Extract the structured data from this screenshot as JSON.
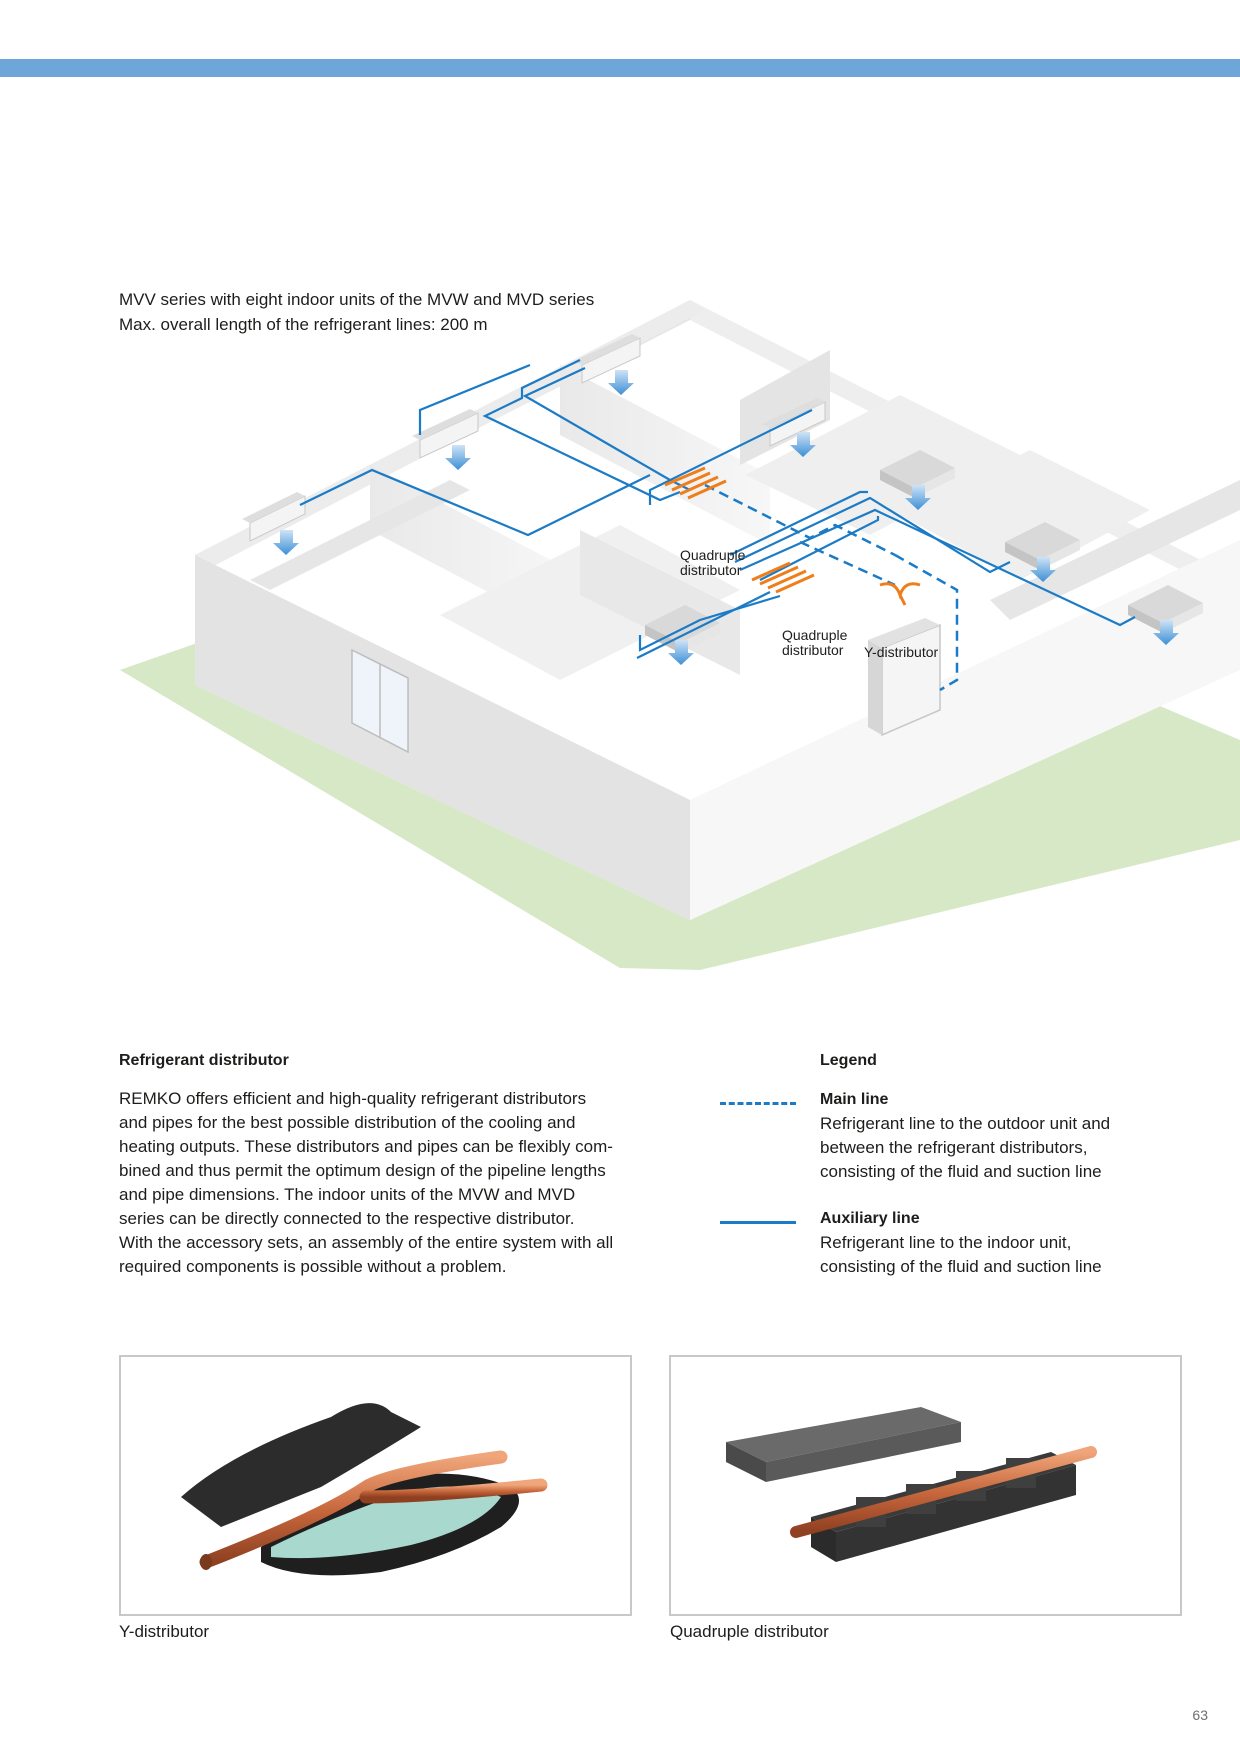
{
  "header": {
    "accent_color": "#6fa6d9"
  },
  "diagram": {
    "caption_line1": "MVV series with eight indoor units of the MVW and MVD series",
    "caption_line2": "Max. overall length of the refrigerant lines: 200 m",
    "labels": {
      "quad1_line1": "Quadruple",
      "quad1_line2": "distributor",
      "quad2_line1": "Quadruple",
      "quad2_line2": "distributor",
      "y_distributor": "Y-distributor"
    },
    "colors": {
      "main_line": "#1b7bc6",
      "distributor": "#ef7d1a",
      "ground": "#d7e8c6",
      "wall": "#f2f2f2"
    }
  },
  "section": {
    "heading": "Refrigerant distributor",
    "paragraph": [
      "REMKO offers efficient and high-quality refrigerant distributors",
      "and pipes for the best possible distribution of the cooling and",
      "heating outputs. These distributors and pipes can be flexibly com-",
      "bined and thus permit the optimum design of the pipeline lengths",
      "and pipe dimensions. The indoor units of the MVW and MVD",
      "series can be directly connected to the respective distributor.",
      "With the accessory sets, an assembly of the entire system with all",
      "required components is possible without a problem."
    ]
  },
  "legend": {
    "title": "Legend",
    "main_line": {
      "name": "Main line",
      "desc1": "Refrigerant line to the outdoor unit and",
      "desc2": "between the refrigerant distributors,",
      "desc3": "consisting of the fluid and suction line"
    },
    "auxiliary_line": {
      "name": "Auxiliary line",
      "desc1": "Refrigerant line to the indoor unit,",
      "desc2": "consisting of the fluid and suction line"
    }
  },
  "photos": {
    "left_caption": "Y-distributor",
    "right_caption": "Quadruple distributor"
  },
  "footer": {
    "page_number": "63"
  }
}
